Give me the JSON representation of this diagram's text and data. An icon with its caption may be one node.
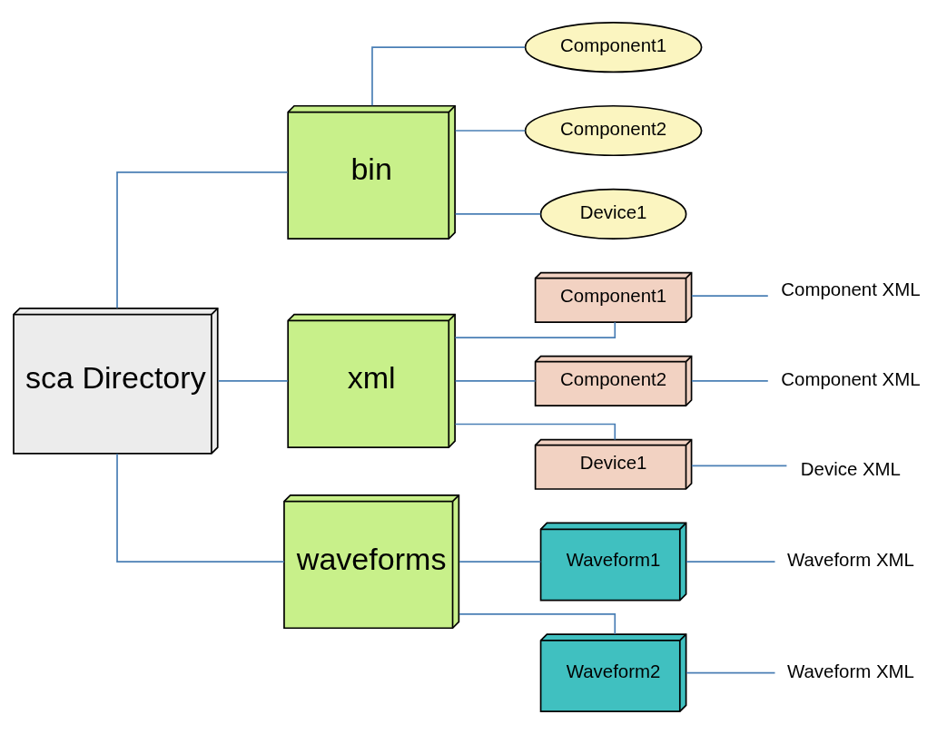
{
  "diagram": {
    "nodes": [
      {
        "text": [
          "sca Directory"
        ]
      },
      {
        "text": [
          "bin"
        ]
      },
      {
        "text": [
          "xml"
        ]
      },
      {
        "text": [
          "waveforms"
        ]
      },
      {
        "text": [
          "Component1"
        ]
      },
      {
        "text": [
          "Component2"
        ]
      },
      {
        "text": [
          "Device1"
        ]
      },
      {
        "text": [
          "Component1"
        ]
      },
      {
        "text": [
          "Component2"
        ]
      },
      {
        "text": [
          "Device1"
        ]
      },
      {
        "text": [
          "Waveform1"
        ]
      },
      {
        "text": [
          "Waveform2"
        ]
      },
      {
        "text": [
          "Component XML"
        ]
      },
      {
        "text": [
          "Component XML"
        ]
      },
      {
        "text": [
          "Device XML"
        ]
      },
      {
        "text": [
          "Waveform XML"
        ]
      },
      {
        "text": [
          "Waveform XML"
        ]
      }
    ],
    "edges": [
      {
        "from": 0,
        "to": 1,
        "arrow": "none"
      },
      {
        "from": 0,
        "to": 2,
        "arrow": "none"
      },
      {
        "from": 0,
        "to": 3,
        "arrow": "none"
      },
      {
        "from": 1,
        "to": 4,
        "arrow": "none"
      },
      {
        "from": 1,
        "to": 5,
        "arrow": "none"
      },
      {
        "from": 1,
        "to": 6,
        "arrow": "none"
      },
      {
        "from": 2,
        "to": 7,
        "arrow": "none"
      },
      {
        "from": 2,
        "to": 8,
        "arrow": "none"
      },
      {
        "from": 2,
        "to": 9,
        "arrow": "none"
      },
      {
        "from": 3,
        "to": 10,
        "arrow": "none"
      },
      {
        "from": 3,
        "to": 11,
        "arrow": "none"
      },
      {
        "from": 7,
        "to": 12,
        "arrow": "none"
      },
      {
        "from": 8,
        "to": 13,
        "arrow": "none"
      },
      {
        "from": 9,
        "to": 14,
        "arrow": "none"
      },
      {
        "from": 10,
        "to": 15,
        "arrow": "none"
      },
      {
        "from": 11,
        "to": 16,
        "arrow": "none"
      }
    ]
  }
}
